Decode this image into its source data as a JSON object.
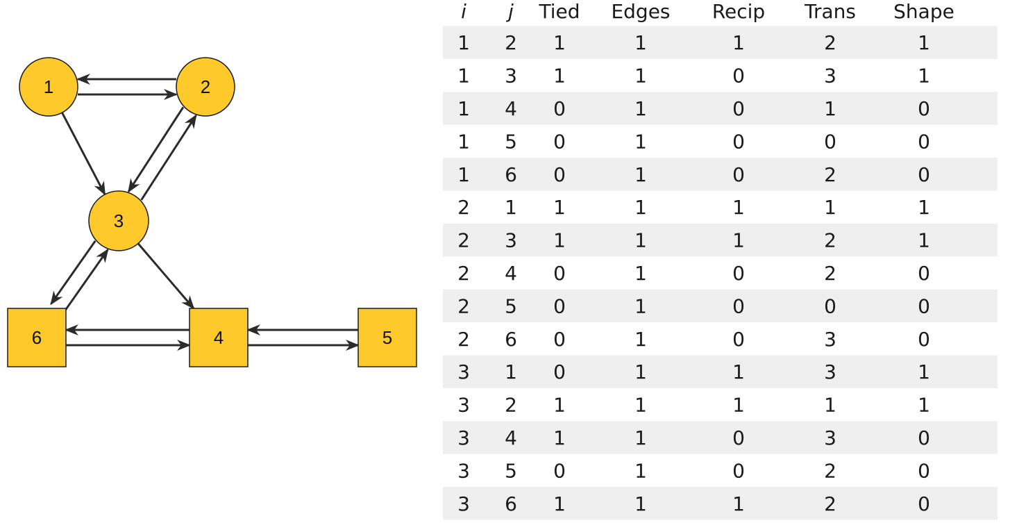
{
  "graph": {
    "nodes": [
      {
        "id": "1",
        "label": "1",
        "shape": "circle"
      },
      {
        "id": "2",
        "label": "2",
        "shape": "circle"
      },
      {
        "id": "3",
        "label": "3",
        "shape": "circle"
      },
      {
        "id": "4",
        "label": "4",
        "shape": "square"
      },
      {
        "id": "5",
        "label": "5",
        "shape": "square"
      },
      {
        "id": "6",
        "label": "6",
        "shape": "square"
      }
    ],
    "edges": [
      {
        "from": "1",
        "to": "2"
      },
      {
        "from": "2",
        "to": "1"
      },
      {
        "from": "1",
        "to": "3"
      },
      {
        "from": "3",
        "to": "2"
      },
      {
        "from": "2",
        "to": "3"
      },
      {
        "from": "3",
        "to": "6"
      },
      {
        "from": "6",
        "to": "3"
      },
      {
        "from": "3",
        "to": "4"
      },
      {
        "from": "4",
        "to": "6"
      },
      {
        "from": "6",
        "to": "4"
      },
      {
        "from": "5",
        "to": "4"
      },
      {
        "from": "4",
        "to": "5"
      }
    ],
    "colors": {
      "node_fill": "#FDC92B",
      "node_stroke": "#1a1a1a",
      "edge": "#2b2b2b"
    }
  },
  "table": {
    "headers": [
      "i",
      "j",
      "Tied",
      "Edges",
      "Recip",
      "Trans",
      "Shape"
    ],
    "rows": [
      [
        "1",
        "2",
        "1",
        "1",
        "1",
        "2",
        "1"
      ],
      [
        "1",
        "3",
        "1",
        "1",
        "0",
        "3",
        "1"
      ],
      [
        "1",
        "4",
        "0",
        "1",
        "0",
        "1",
        "0"
      ],
      [
        "1",
        "5",
        "0",
        "1",
        "0",
        "0",
        "0"
      ],
      [
        "1",
        "6",
        "0",
        "1",
        "0",
        "2",
        "0"
      ],
      [
        "2",
        "1",
        "1",
        "1",
        "1",
        "1",
        "1"
      ],
      [
        "2",
        "3",
        "1",
        "1",
        "1",
        "2",
        "1"
      ],
      [
        "2",
        "4",
        "0",
        "1",
        "0",
        "2",
        "0"
      ],
      [
        "2",
        "5",
        "0",
        "1",
        "0",
        "0",
        "0"
      ],
      [
        "2",
        "6",
        "0",
        "1",
        "0",
        "3",
        "0"
      ],
      [
        "3",
        "1",
        "0",
        "1",
        "1",
        "3",
        "1"
      ],
      [
        "3",
        "2",
        "1",
        "1",
        "1",
        "1",
        "1"
      ],
      [
        "3",
        "4",
        "1",
        "1",
        "0",
        "3",
        "0"
      ],
      [
        "3",
        "5",
        "0",
        "1",
        "0",
        "2",
        "0"
      ],
      [
        "3",
        "6",
        "1",
        "1",
        "1",
        "2",
        "0"
      ]
    ],
    "colors": {
      "stripe": "#EFEFEF",
      "text": "#1a1a1a"
    }
  }
}
